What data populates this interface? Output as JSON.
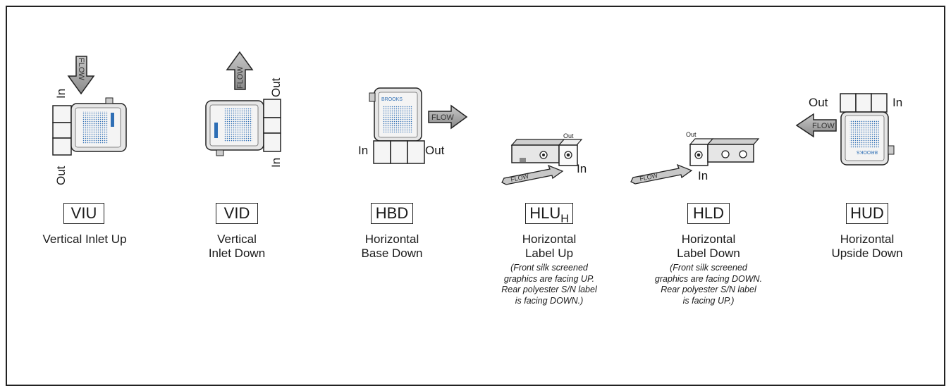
{
  "orientations": [
    {
      "code": "VIU",
      "caption": [
        "Vertical Inlet Up"
      ],
      "port_in": "In",
      "port_out": "Out",
      "flow": "FLOW"
    },
    {
      "code": "VID",
      "caption": [
        "Vertical",
        "Inlet Down"
      ],
      "port_in": "In",
      "port_out": "Out",
      "flow": "FLOW"
    },
    {
      "code": "HBD",
      "caption": [
        "Horizontal",
        "Base Down"
      ],
      "port_in": "In",
      "port_out": "Out",
      "flow": "FLOW",
      "device_label": "BROOKS"
    },
    {
      "code": "HLU",
      "code_sub": "H",
      "caption": [
        "Horizontal",
        "Label Up"
      ],
      "note": [
        "(Front silk screened",
        "graphics are facing UP.",
        "Rear polyester S/N label",
        "is facing DOWN.)"
      ],
      "port_in": "In",
      "port_out": "Out",
      "flow": "FLOW"
    },
    {
      "code": "HLD",
      "caption": [
        "Horizontal",
        "Label Down"
      ],
      "note": [
        "(Front silk screened",
        "graphics are facing DOWN.",
        "Rear polyester S/N label",
        "is facing UP.)"
      ],
      "port_in": "In",
      "port_out": "Out",
      "flow": "FLOW"
    },
    {
      "code": "HUD",
      "caption": [
        "Horizontal",
        "Upside Down"
      ],
      "port_in": "In",
      "port_out": "Out",
      "flow": "FLOW",
      "device_label": "BROOKS"
    }
  ],
  "colors": {
    "line": "#222222",
    "device_fill": "#e6e6e6",
    "panel_fill": "#f2f2f2",
    "dots": "#2f6fb5",
    "arrow_fill": "#9a9a9a"
  }
}
